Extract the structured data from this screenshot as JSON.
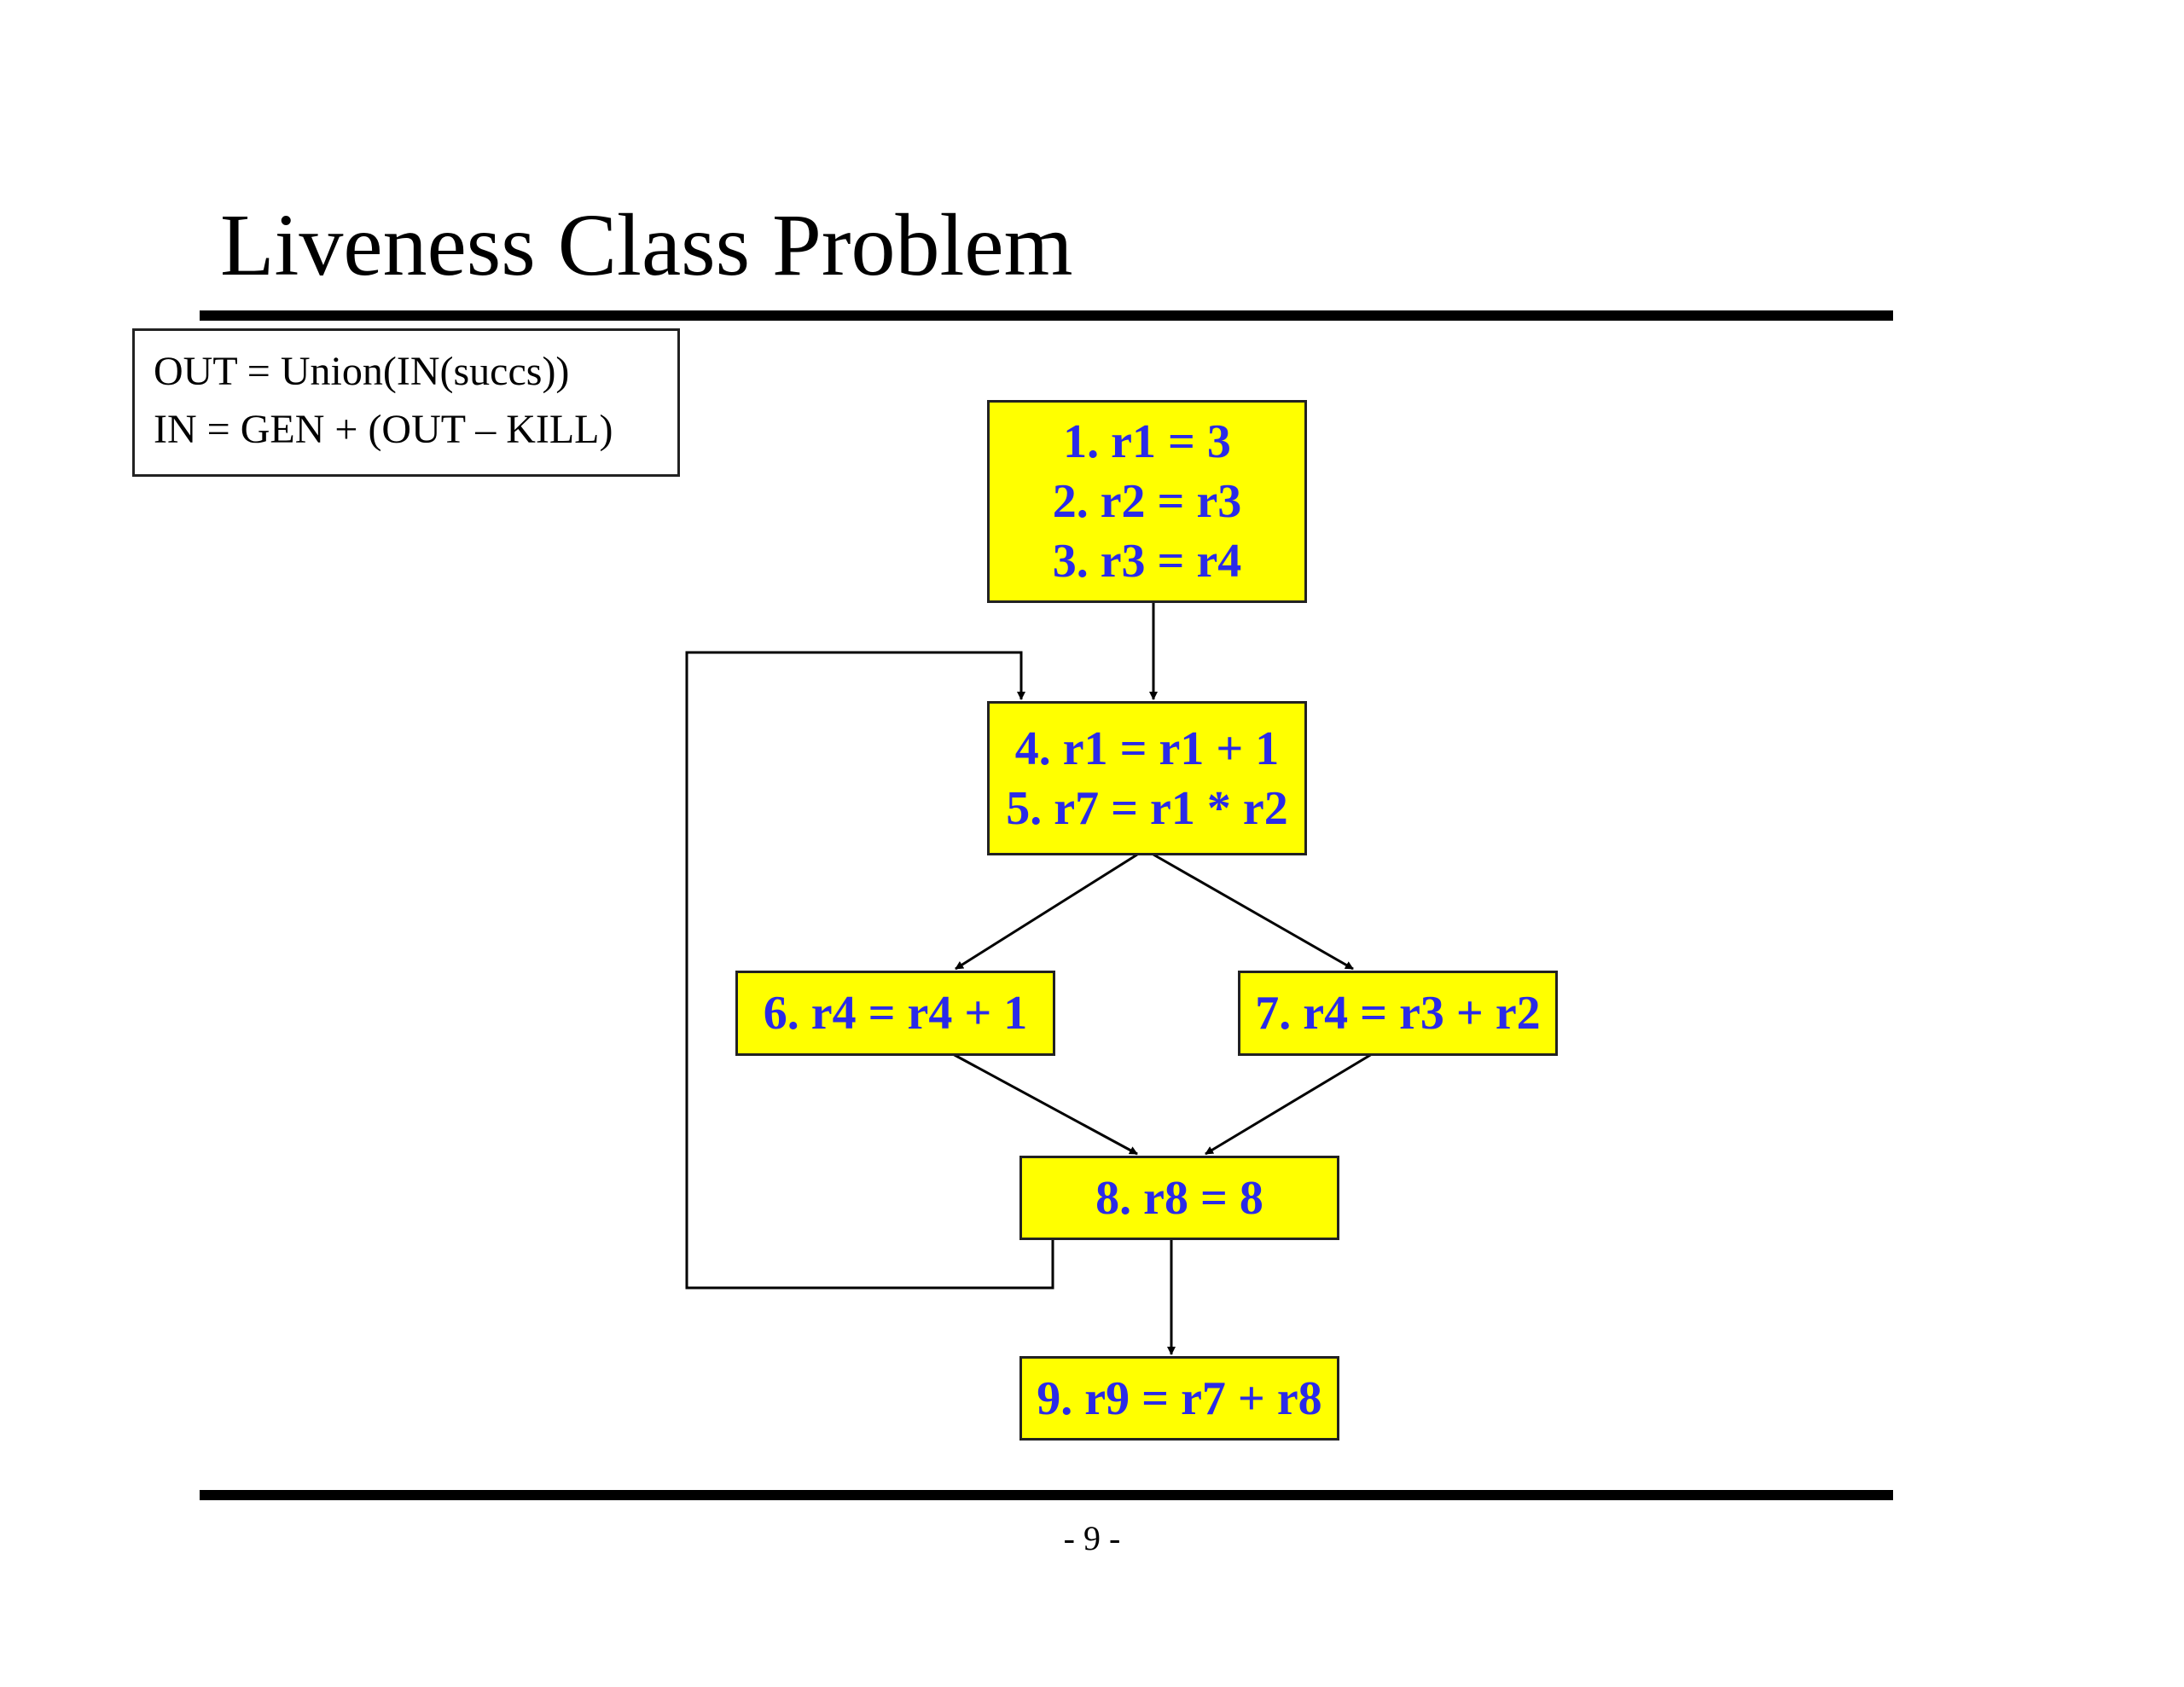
{
  "title": "Liveness Class Problem",
  "formulas": [
    "OUT = Union(IN(succs))",
    "IN = GEN + (OUT – KILL)"
  ],
  "blocks": [
    {
      "id": "bb1",
      "lines": [
        "1. r1 = 3",
        "2. r2 = r3",
        "3. r3 = r4"
      ]
    },
    {
      "id": "bb2",
      "lines": [
        "4. r1 = r1 + 1",
        "5. r7 = r1 * r2"
      ]
    },
    {
      "id": "bb3",
      "lines": [
        "6. r4 = r4 + 1"
      ]
    },
    {
      "id": "bb4",
      "lines": [
        "7. r4 = r3 + r2"
      ]
    },
    {
      "id": "bb5",
      "lines": [
        "8. r8 = 8"
      ]
    },
    {
      "id": "bb6",
      "lines": [
        "9. r9 = r7 + r8"
      ]
    }
  ],
  "edges": [
    {
      "from": "bb1",
      "to": "bb2"
    },
    {
      "from": "bb2",
      "to": "bb3"
    },
    {
      "from": "bb2",
      "to": "bb4"
    },
    {
      "from": "bb3",
      "to": "bb5"
    },
    {
      "from": "bb4",
      "to": "bb5"
    },
    {
      "from": "bb5",
      "to": "bb2",
      "back_edge": true
    },
    {
      "from": "bb5",
      "to": "bb6"
    }
  ],
  "colors": {
    "block_fill": "#ffff00",
    "block_text": "#2a2ae8",
    "edge": "#000000"
  },
  "page_number": "- 9 -"
}
